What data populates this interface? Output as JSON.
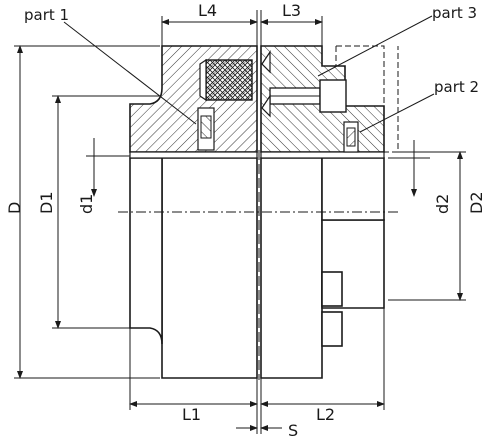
{
  "labels": {
    "part1": "part 1",
    "part2": "part 2",
    "part3": "part 3"
  },
  "dimensions": {
    "D": "D",
    "D1": "D1",
    "d1": "d1",
    "d2": "d2",
    "D2": "D2",
    "L1": "L1",
    "L2": "L2",
    "L3": "L3",
    "L4": "L4",
    "S": "S"
  },
  "colors": {
    "line": "#1a1a1a",
    "background": "#ffffff"
  }
}
